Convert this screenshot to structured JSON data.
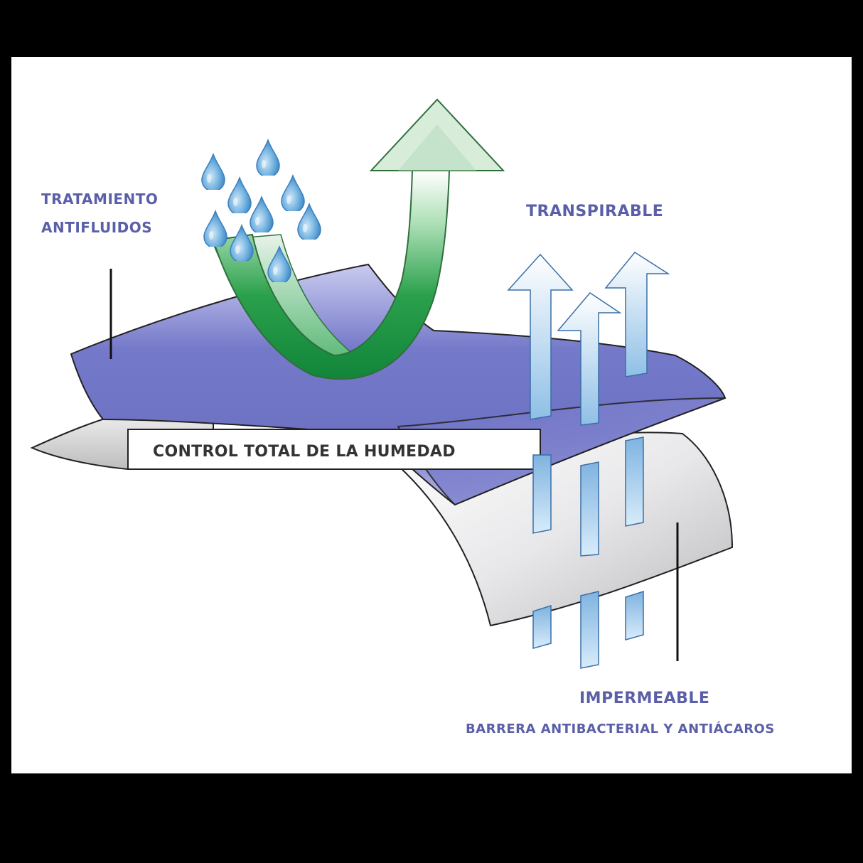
{
  "labels": {
    "treatment_line1": "TRATAMIENTO",
    "treatment_line2": "ANTIFLUIDOS",
    "breathable": "TRANSPIRABLE",
    "total_control": "CONTROL TOTAL DE LA HUMEDAD",
    "waterproof": "IMPERMEABLE",
    "barrier": "BARRERA ANTIBACTERIAL Y ANTIÁCAROS"
  },
  "colors": {
    "label_text": "#5b5fa8",
    "top_layer": "#7376c9",
    "green_arrow": "#1f9a45",
    "water_drop": "#5ea4d8",
    "vapor_arrow": "#9ec8ea"
  }
}
